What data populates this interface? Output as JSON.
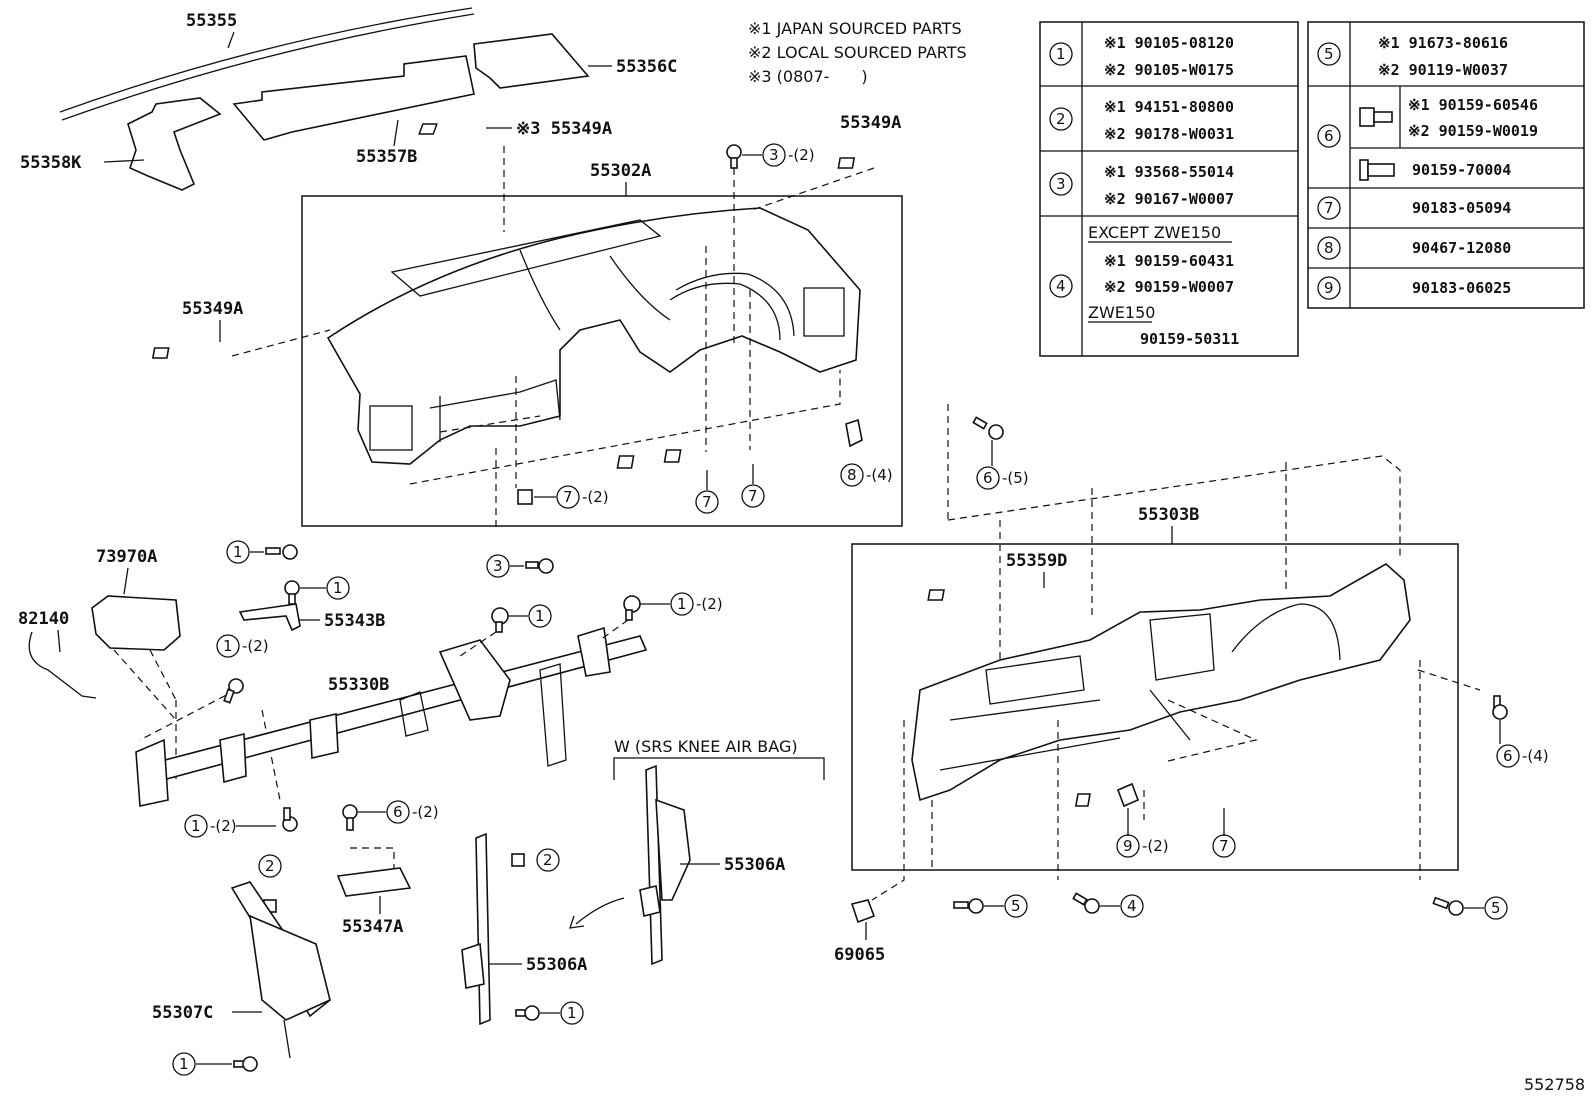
{
  "notes": {
    "n1": "※1 JAPAN SOURCED PARTS",
    "n2": "※2 LOCAL SOURCED PARTS",
    "n3": "※3 (0807-　　)"
  },
  "tableA": [
    {
      "idx": "1",
      "lines": [
        "※1 90105-08120",
        "※2 90105-W0175"
      ]
    },
    {
      "idx": "2",
      "lines": [
        "※1 94151-80800",
        "※2 90178-W0031"
      ]
    },
    {
      "idx": "3",
      "lines": [
        "※1 93568-55014",
        "※2 90167-W0007"
      ]
    },
    {
      "idx": "4",
      "lines": [
        "EXCEPT ZWE150",
        "※1 90159-60431",
        "※2 90159-W0007",
        "ZWE150",
        "90159-50311"
      ]
    }
  ],
  "tableB": [
    {
      "idx": "5",
      "lines": [
        "※1 91673-80616",
        "※2 90119-W0037"
      ]
    },
    {
      "idx": "6",
      "lines": [
        "※1 90159-60546",
        "※2 90159-W0019",
        "90159-70004"
      ]
    },
    {
      "idx": "7",
      "lines": [
        "90183-05094"
      ]
    },
    {
      "idx": "8",
      "lines": [
        "90467-12080"
      ]
    },
    {
      "idx": "9",
      "lines": [
        "90183-06025"
      ]
    }
  ],
  "parts": {
    "p55355": "55355",
    "p55356C": "55356C",
    "p55358K": "55358K",
    "p55357B": "55357B",
    "p55349A_star": "※3 55349A",
    "p55349A_r": "55349A",
    "p55349A_l": "55349A",
    "p55302A": "55302A",
    "p55303B": "55303B",
    "p55359D": "55359D",
    "p73970A": "73970A",
    "p82140": "82140",
    "p55343B": "55343B",
    "p55330B": "55330B",
    "p55347A": "55347A",
    "p55307C": "55307C",
    "p55306A_a": "55306A",
    "p55306A_b": "55306A",
    "p69065": "69065",
    "knee": "W (SRS KNEE AIR BAG)",
    "code": "552758"
  },
  "callouts": {
    "c_3_2_top": "3",
    "q_3_2_top": "-(2)",
    "c_7_2": "7",
    "q_7_2": "-(2)",
    "c_7_a": "7",
    "c_7_b": "7",
    "c_8_4": "8",
    "q_8_4": "-(4)",
    "c_3_low": "3",
    "c_6_5": "6",
    "q_6_5": "-(5)",
    "c_1_a": "1",
    "c_1_b": "1",
    "c_1_c": "1",
    "c_1_d": "1",
    "q_1_d": "-(2)",
    "c_1_e": "1",
    "q_1_e": "-(2)",
    "c_1_f": "1",
    "q_1_f": "-(2)",
    "c_6_2": "6",
    "q_6_2": "-(2)",
    "c_2_a": "2",
    "c_2_b": "2",
    "c_1_g": "1",
    "c_1_h": "1",
    "c_6_4": "6",
    "q_6_4": "-(4)",
    "c_9_2": "9",
    "q_9_2": "-(2)",
    "c_7_r": "7",
    "c_5_a": "5",
    "c_4": "4",
    "c_5_b": "5"
  }
}
